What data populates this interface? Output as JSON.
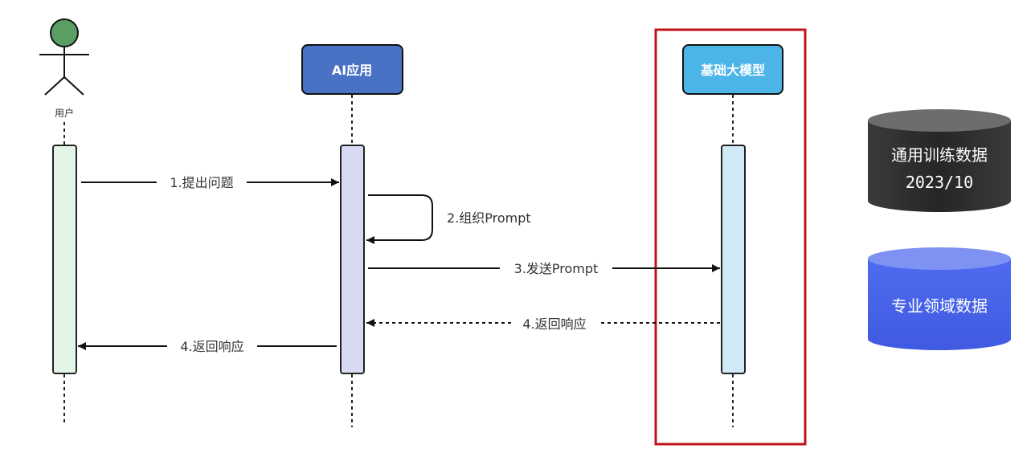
{
  "diagram": {
    "type": "sequence",
    "participants": [
      {
        "id": "user",
        "label": "用户",
        "kind": "actor",
        "color": "#5a9e63",
        "activation_color": "#e3f5e6"
      },
      {
        "id": "app",
        "label": "AI应用",
        "kind": "box",
        "color": "#4a72c4",
        "activation_color": "#d8daf3"
      },
      {
        "id": "llm",
        "label": "基础大模型",
        "kind": "box",
        "color": "#4bb5e8",
        "activation_color": "#cfe9f7"
      }
    ],
    "messages": [
      {
        "label": "1.提出问题",
        "from": "user",
        "to": "app",
        "style": "solid"
      },
      {
        "label": "2.组织Prompt",
        "from": "app",
        "to": "app",
        "style": "solid"
      },
      {
        "label": "3.发送Prompt",
        "from": "app",
        "to": "llm",
        "style": "solid"
      },
      {
        "label": "4.返回响应",
        "from": "llm",
        "to": "app",
        "style": "dashed"
      },
      {
        "label": "4.返回响应",
        "from": "app",
        "to": "user",
        "style": "solid"
      }
    ],
    "highlight": {
      "target": "llm",
      "color": "#c0141c"
    },
    "databases": [
      {
        "line1": "通用训练数据",
        "line2": "2023/10",
        "color": "#2e2e2e"
      },
      {
        "line1": "专业领域数据",
        "line2": "",
        "color": "#4a64e8"
      }
    ]
  }
}
